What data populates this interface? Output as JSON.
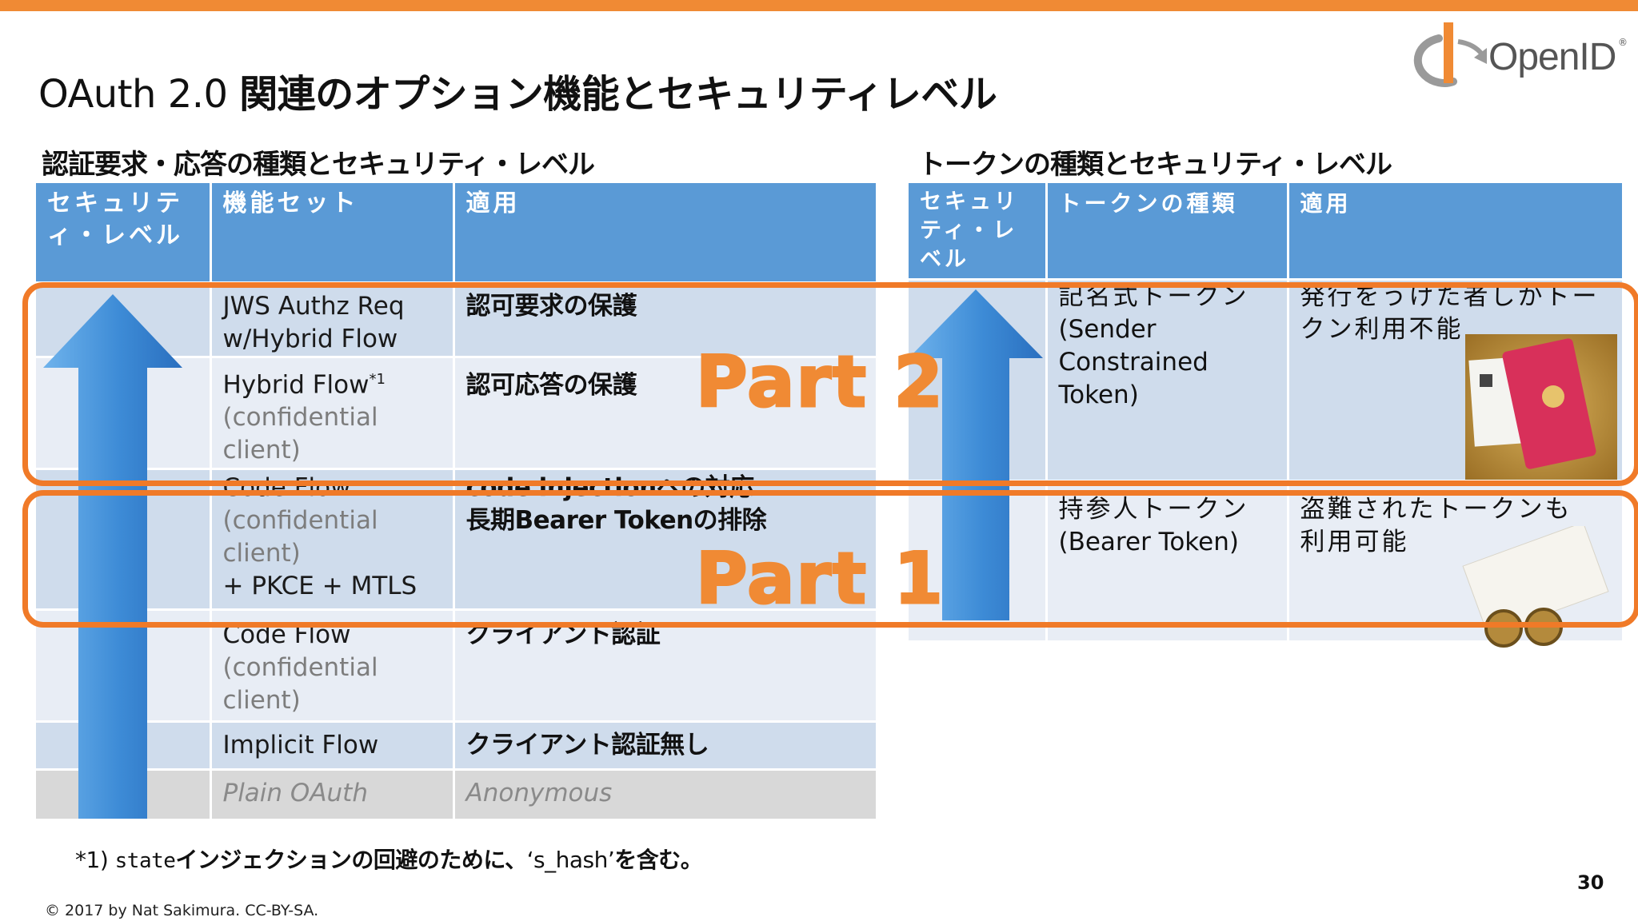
{
  "slide": {
    "title_prefix": "OAuth 2.0 ",
    "title_main": "関連のオプション機能とセキュリティレベル",
    "logo_text": "OpenID",
    "logo_mark": "®",
    "page_number": "30",
    "copyright": "© 2017 by Nat Sakimura. CC-BY-SA.",
    "brand_color": "#f08a34",
    "header_color": "#5a9ad6"
  },
  "left": {
    "heading": "認証要求・応答の種類とセキュリティ・レベル",
    "headers": [
      "セキュリティ・レベル",
      "機能セット",
      "適用"
    ],
    "rows": [
      {
        "feature_lines": [
          "JWS Authz Req",
          "w/Hybrid Flow"
        ],
        "apply_lines": [
          "認可要求の保護"
        ]
      },
      {
        "feature_main": "Hybrid Flow",
        "feature_sup": "*1",
        "feature_sub": [
          "(confidential",
          "client)"
        ],
        "apply_lines": [
          "認可応答の保護"
        ]
      },
      {
        "feature_main": "Code Flow",
        "feature_sub": [
          "(confidential",
          "client)"
        ],
        "feature_tail": "+ PKCE + MTLS",
        "apply_lines": [
          "code injectionへの対応",
          "長期Bearer Tokenの排除"
        ]
      },
      {
        "feature_main": "Code Flow",
        "feature_sub": [
          "(confidential",
          "client)"
        ],
        "apply_lines": [
          "クライアント認証"
        ]
      },
      {
        "feature_main": "Implicit Flow",
        "apply_lines": [
          "クライアント認証無し"
        ]
      },
      {
        "feature_main": "Plain OAuth",
        "apply_main": "Anonymous"
      }
    ]
  },
  "right": {
    "heading": "トークンの種類とセキュリティ・レベル",
    "headers": [
      "セキュリティ・レベル",
      "トークンの種類",
      "適用"
    ],
    "rows": [
      {
        "token_lines": [
          "記名式トークン",
          "(Sender",
          "Constrained",
          "Token)"
        ],
        "apply_lines": [
          "発行をうけた者しかトー",
          "クン利用不能"
        ]
      },
      {
        "token_lines": [
          "持参人トークン",
          "(Bearer Token)"
        ],
        "apply_lines": [
          "盗難されたトークンも",
          "利用可能"
        ]
      }
    ]
  },
  "overlay": {
    "part2": "Part 2",
    "part1": "Part 1"
  },
  "footnote": {
    "prefix": "*1) ",
    "code": "state",
    "text1": "インジェクションの回避のために、",
    "quoted": "‘s_hash’",
    "text2": "を含む。"
  }
}
